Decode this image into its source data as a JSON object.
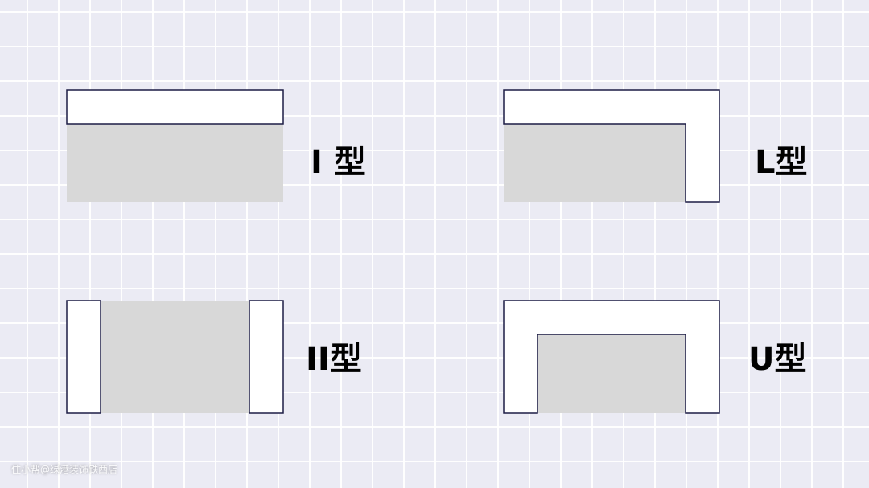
{
  "layouts": [
    {
      "label": "I 型"
    },
    {
      "label": "L型"
    },
    {
      "label": "II型"
    },
    {
      "label": "U型"
    }
  ],
  "watermark": "住小帮@绿港装饰铁西店",
  "colors": {
    "background": "#ebebf4",
    "counter": "#ffffff",
    "outline": "#1c1c45",
    "floor": "#d8d8d8"
  }
}
